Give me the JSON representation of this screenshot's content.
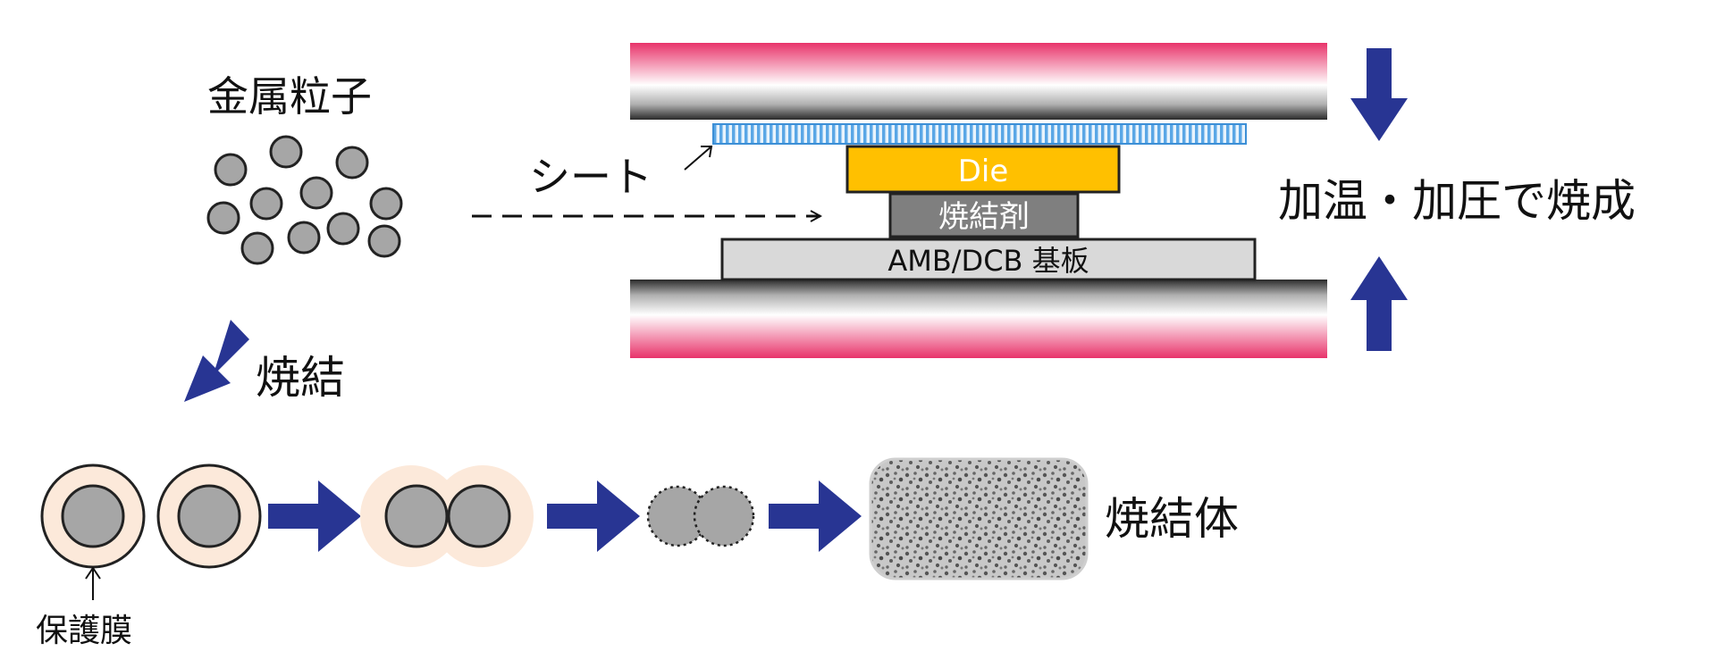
{
  "labels": {
    "metal_particles": "金属粒子",
    "sheet": "シート",
    "die": "Die",
    "sintering_agent": "焼結剤",
    "substrate": "AMB/DCB 基板",
    "heat_press": "加温・加圧で焼成",
    "sintering": "焼結",
    "sintered_body": "焼結体",
    "protective_film": "保護膜"
  },
  "colors": {
    "navy_arrow": "#283593",
    "die_fill": "#FFC000",
    "agent_fill": "#7F7F7F",
    "substrate_fill": "#D9D9D9",
    "sheet_fill": "#8FC3EE",
    "plate_pink": "#E8336A",
    "particle_gray": "#A6A6A6",
    "film_beige": "#FCE9DA"
  }
}
